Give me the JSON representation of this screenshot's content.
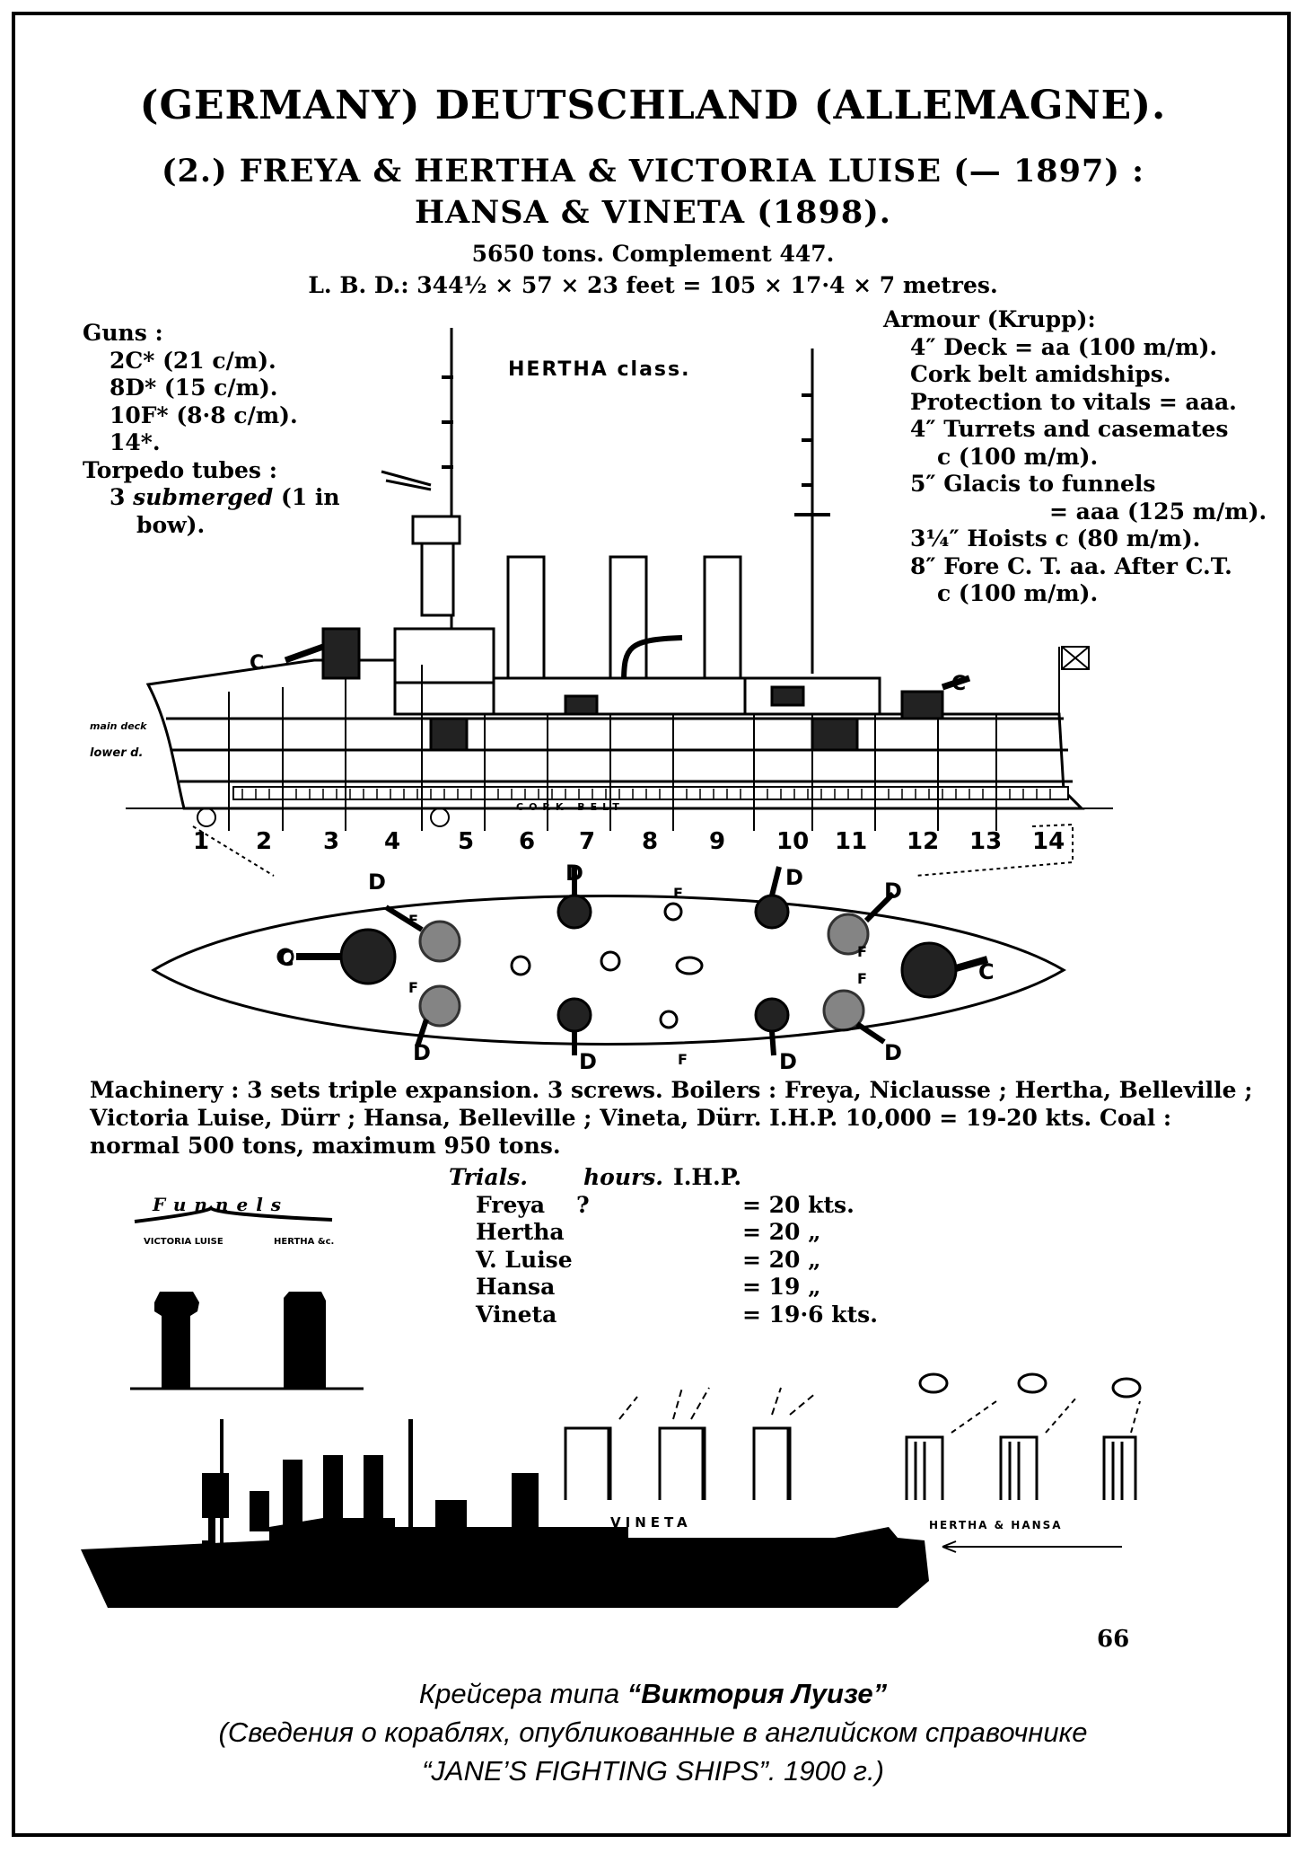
{
  "header": {
    "title": "(GERMANY)  DEUTSCHLAND  (ALLEMAGNE).",
    "subtitle_line1": "(2.)  FREYA & HERTHA & VICTORIA LUISE (— 1897) :",
    "subtitle_line2": "HANSA & VINETA (1898).",
    "tonnage": "5650 tons.   Complement 447.",
    "dimensions": "L. B. D.: 344½ × 57 × 23 feet = 105 × 17·4 × 7 metres."
  },
  "guns": {
    "heading": "Guns :",
    "items": [
      "2C* (21 c/m).",
      "8D* (15 c/m).",
      "10F* (8·8 c/m).",
      "14*."
    ],
    "torpedo_heading": "Torpedo tubes :",
    "torpedo_count": "3",
    "torpedo_type": "submerged",
    "torpedo_rest": "(1 in",
    "torpedo_rest2": "bow)."
  },
  "armour": {
    "heading": "Armour (Krupp):",
    "lines": [
      "4″ Deck = aa (100 m/m).",
      "Cork belt amidships.",
      "Protection to vitals = aaa.",
      "4″  Turrets  and  casemates",
      "c (100 m/m).",
      "5″ Glacis to funnels",
      "= aaa (125 m/m).",
      "3¼″ Hoists c (80 m/m).",
      "8″ Fore C. T. aa.   After C.T.",
      "c (100 m/m)."
    ]
  },
  "drawing": {
    "class_label": "HERTHA class.",
    "cork_belt": "CORK BELT",
    "main_deck": "main deck",
    "lower_deck": "lower d.",
    "compartments": [
      "1",
      "2",
      "3",
      "4",
      "5",
      "6",
      "7",
      "8",
      "9",
      "10",
      "11",
      "12",
      "13",
      "14"
    ],
    "gun_letters": {
      "c": "C",
      "d": "D",
      "f": "F"
    }
  },
  "machinery": {
    "line1": "Machinery : 3 sets triple expansion.   3 screws.   Boilers : Freya, Niclausse ; Hertha, Belleville ;",
    "line2": "Victoria Luise, Dürr ; Hansa, Belleville ; Vineta, Dürr.    I.H.P. 10,000 = 19-20 kts.    Coal :",
    "line3": "normal 500 tons, maximum 950 tons."
  },
  "trials": {
    "headers": [
      "Trials.",
      "hours.",
      "I.H.P."
    ],
    "rows": [
      {
        "ship": "Freya",
        "hours": "?",
        "result": "= 20 kts."
      },
      {
        "ship": "Hertha",
        "hours": "",
        "result": "= 20  „"
      },
      {
        "ship": "V. Luise",
        "hours": "",
        "result": "= 20  „"
      },
      {
        "ship": "Hansa",
        "hours": "",
        "result": "= 19  „"
      },
      {
        "ship": "Vineta",
        "hours": "",
        "result": "= 19·6 kts."
      }
    ]
  },
  "funnels": {
    "title": "Funnels",
    "left_label": "VICTORIA LUISE",
    "right_label": "HERTHA &c."
  },
  "sketches": {
    "vineta_label": "VINETA",
    "hertha_hansa_label": "HERTHA & HANSA"
  },
  "page_number": "66",
  "caption": {
    "line1_prefix": "Крейсера типа ",
    "line1_bold": "“Виктория Луизе”",
    "line2": "(Сведения о кораблях, опубликованные в английском справочнике",
    "line3": "“JANE’S FIGHTING SHIPS”. 1900 г.)"
  }
}
